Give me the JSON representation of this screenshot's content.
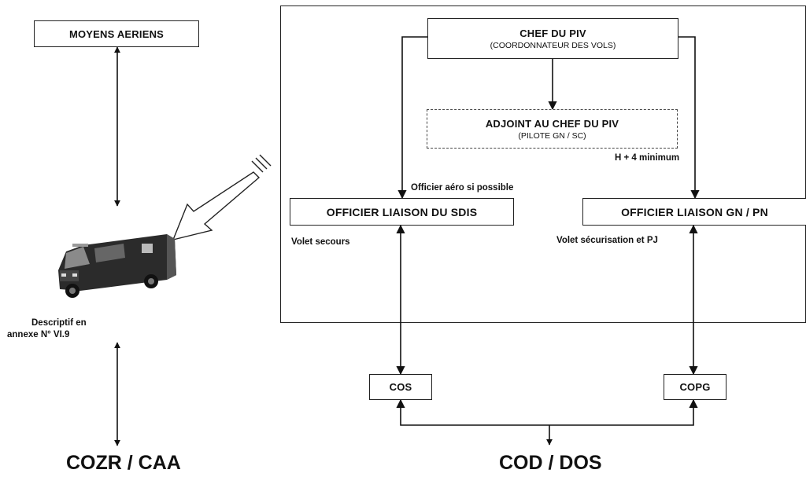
{
  "moyens_aeriens": "MOYENS AERIENS",
  "chef_piv": {
    "title": "CHEF DU PIV",
    "subtitle": "(COORDONNATEUR DES VOLS)"
  },
  "adjoint": {
    "title": "ADJOINT AU CHEF DU PIV",
    "subtitle": "(PILOTE GN / SC)"
  },
  "h_plus": "H + 4 minimum",
  "officier_aero": "Officier aéro si possible",
  "liaison_sdis": "OFFICIER LIAISON DU SDIS",
  "liaison_gn": "OFFICIER LIAISON GN / PN",
  "volet_secours": "Volet secours",
  "volet_securisation": "Volet sécurisation et PJ",
  "descriptif": [
    "Descriptif en",
    "annexe N° VI.9"
  ],
  "cos": "COS",
  "copg": "COPG",
  "cozr": "COZR / CAA",
  "cod": "COD / DOS"
}
